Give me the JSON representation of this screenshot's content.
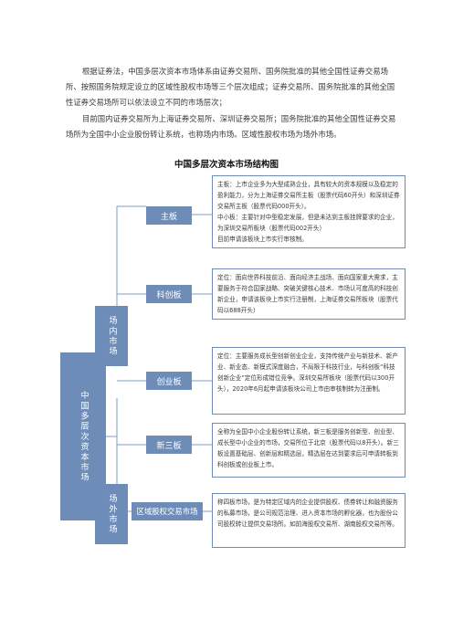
{
  "intro": {
    "p1": "根据证券法，中国多层次资本市场体系由证券交易所、国务院批准的其他全国性证券交易场所、按照国务院规定设立的区域性股权市场等三个层次组成；证券交易所、国务院批准的其他全国性证券交易场所可以依法设立不同的市场层次；",
    "p2": "目前国内证券交易所为上海证券交易所、深圳证券交易所；国务院批准的其他全国性证券交易场所为全国中小企业股份转让系统，也称场内市场。区域性股权市场为场外市场。"
  },
  "diagram": {
    "title": "中国多层次资本市场结构图",
    "root": "中国多层次资本市场",
    "onsite": "场内市场",
    "offsite": "场外市场",
    "boards": {
      "main": {
        "label": "主板",
        "lines": [
          "主板：上市企业多为大型成熟企业，具有较大的资本规模以及稳定的盈利能力，分为上海证券交易所主板（股票代码60开头）和深圳证券交易所主板（股票代码000开头）。",
          "中小板：主要针对中型稳定发展，但是未达到主板挂牌要求的企业，为深圳交易所板块（股票代码002开头）",
          "目前申请该板块上市实行审核制。"
        ]
      },
      "star": {
        "label": "科创板",
        "lines": [
          "定位：面向世界科技前沿、面向经济主战场、面向国家重大需求，主要服务于符合国家战略、突破关键核心技术、市场认可度高的科技创新企业，申请该板块上市实行注册制，上海证券交易所板块（股票代码以688开头）"
        ]
      },
      "gem": {
        "label": "创业板",
        "lines": [
          "定位：主要服务成长型创新创业企业，支持传统产业与新技术、新产业、新业态、新模式深度融合，不局限于科技行业，与科创板“科技创新企业”定位形成错位竞争。深圳交易所板块（股票代码以300开头），2020年6月起申请该板块公司上市由审核制转为注册制。"
        ]
      },
      "neeq": {
        "label": "新三板",
        "lines": [
          "全称为全国中小企业股份转让系统，新三板是服务创新型、创业型、成长型中小企业的市场，交易所位于北京（股票代码以8开头）。新三板设置基础层、创新层和精选层，精选层在达到要求后可申请转板到科创板或创业板上市。"
        ]
      },
      "regional": {
        "label": "区域股权交易市场",
        "lines": [
          "称四板市场，是为特定区域内的企业提供股权、债券转让和融资服务的私募市场，是公司规范治理、进入资本市场的孵化器，也为股份公司股权转让提供交易场所。如前海股权交易所、湖南股权交易所等。"
        ]
      }
    }
  }
}
